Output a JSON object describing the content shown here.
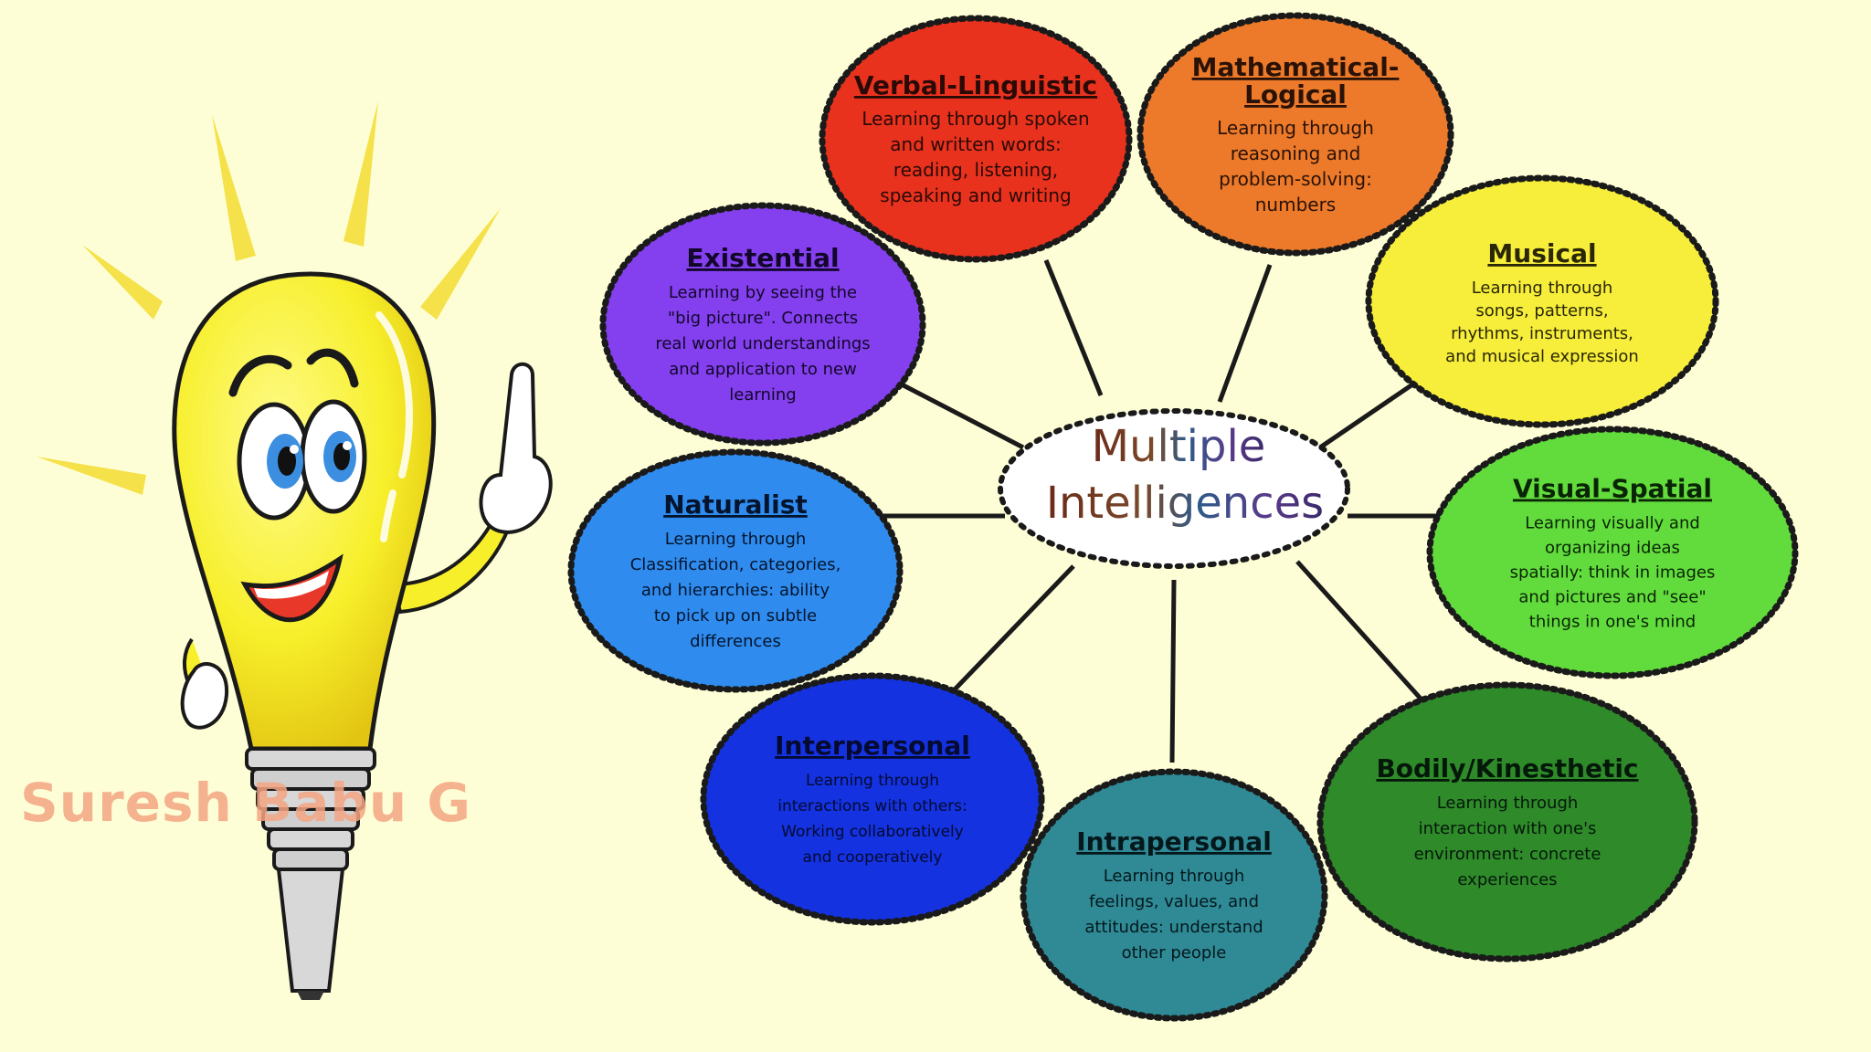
{
  "diagram": {
    "center_label_line1": "Multiple",
    "center_label_line2": "Intelligences",
    "nodes": [
      {
        "id": "verbal",
        "title": "Verbal-Linguistic",
        "lines": [
          "Learning through spoken",
          "and written words:",
          "reading, listening,",
          "speaking and writing"
        ],
        "color": "#e8321e",
        "text_color": "#2a0a06"
      },
      {
        "id": "math",
        "title_lines": [
          "Mathematical-",
          "Logical"
        ],
        "lines": [
          "Learning through",
          "reasoning and",
          "problem-solving:",
          "numbers"
        ],
        "color": "#ec7a2a",
        "text_color": "#2a1206"
      },
      {
        "id": "musical",
        "title": "Musical",
        "lines": [
          "Learning through",
          "songs, patterns,",
          "rhythms, instruments,",
          "and musical expression"
        ],
        "color": "#f6ee3a",
        "text_color": "#2a2606"
      },
      {
        "id": "visual",
        "title": "Visual-Spatial",
        "lines": [
          "Learning visually and",
          "organizing ideas",
          "spatially: think in images",
          "and pictures and \"see\"",
          "things in one's mind"
        ],
        "color": "#62dc3c",
        "text_color": "#0a2406"
      },
      {
        "id": "bodily",
        "title": "Bodily/Kinesthetic",
        "lines": [
          "Learning through",
          "interaction with one's",
          "environment: concrete",
          "experiences"
        ],
        "color": "#2f8a2a",
        "text_color": "#04180a"
      },
      {
        "id": "intra",
        "title": "Intrapersonal",
        "lines": [
          "Learning through",
          "feelings, values, and",
          "attitudes:  understand",
          "other people"
        ],
        "color": "#2f8a96",
        "text_color": "#04181c"
      },
      {
        "id": "inter",
        "title": "Interpersonal",
        "lines": [
          "Learning through",
          "interactions with others:",
          "Working collaboratively",
          "and cooperatively"
        ],
        "color": "#1432e0",
        "text_color": "#040a30"
      },
      {
        "id": "naturalist",
        "title": "Naturalist",
        "lines": [
          "Learning through",
          "Classification, categories,",
          "and hierarchies:  ability",
          "to pick up on subtle",
          "differences"
        ],
        "color": "#2f8cee",
        "text_color": "#04142c"
      },
      {
        "id": "existential",
        "title": "Existential",
        "lines": [
          "Learning by seeing the",
          "\"big picture\".  Connects",
          "real world understandings",
          "and application to new",
          "learning"
        ],
        "color": "#8440ee",
        "text_color": "#12062a"
      }
    ]
  },
  "watermark_text": "Suresh Babu G",
  "colors": {
    "background": "#fefed6",
    "bulb": "#f7ef2a",
    "rays": "#f5e14a",
    "center_fill": "#ffffff"
  }
}
